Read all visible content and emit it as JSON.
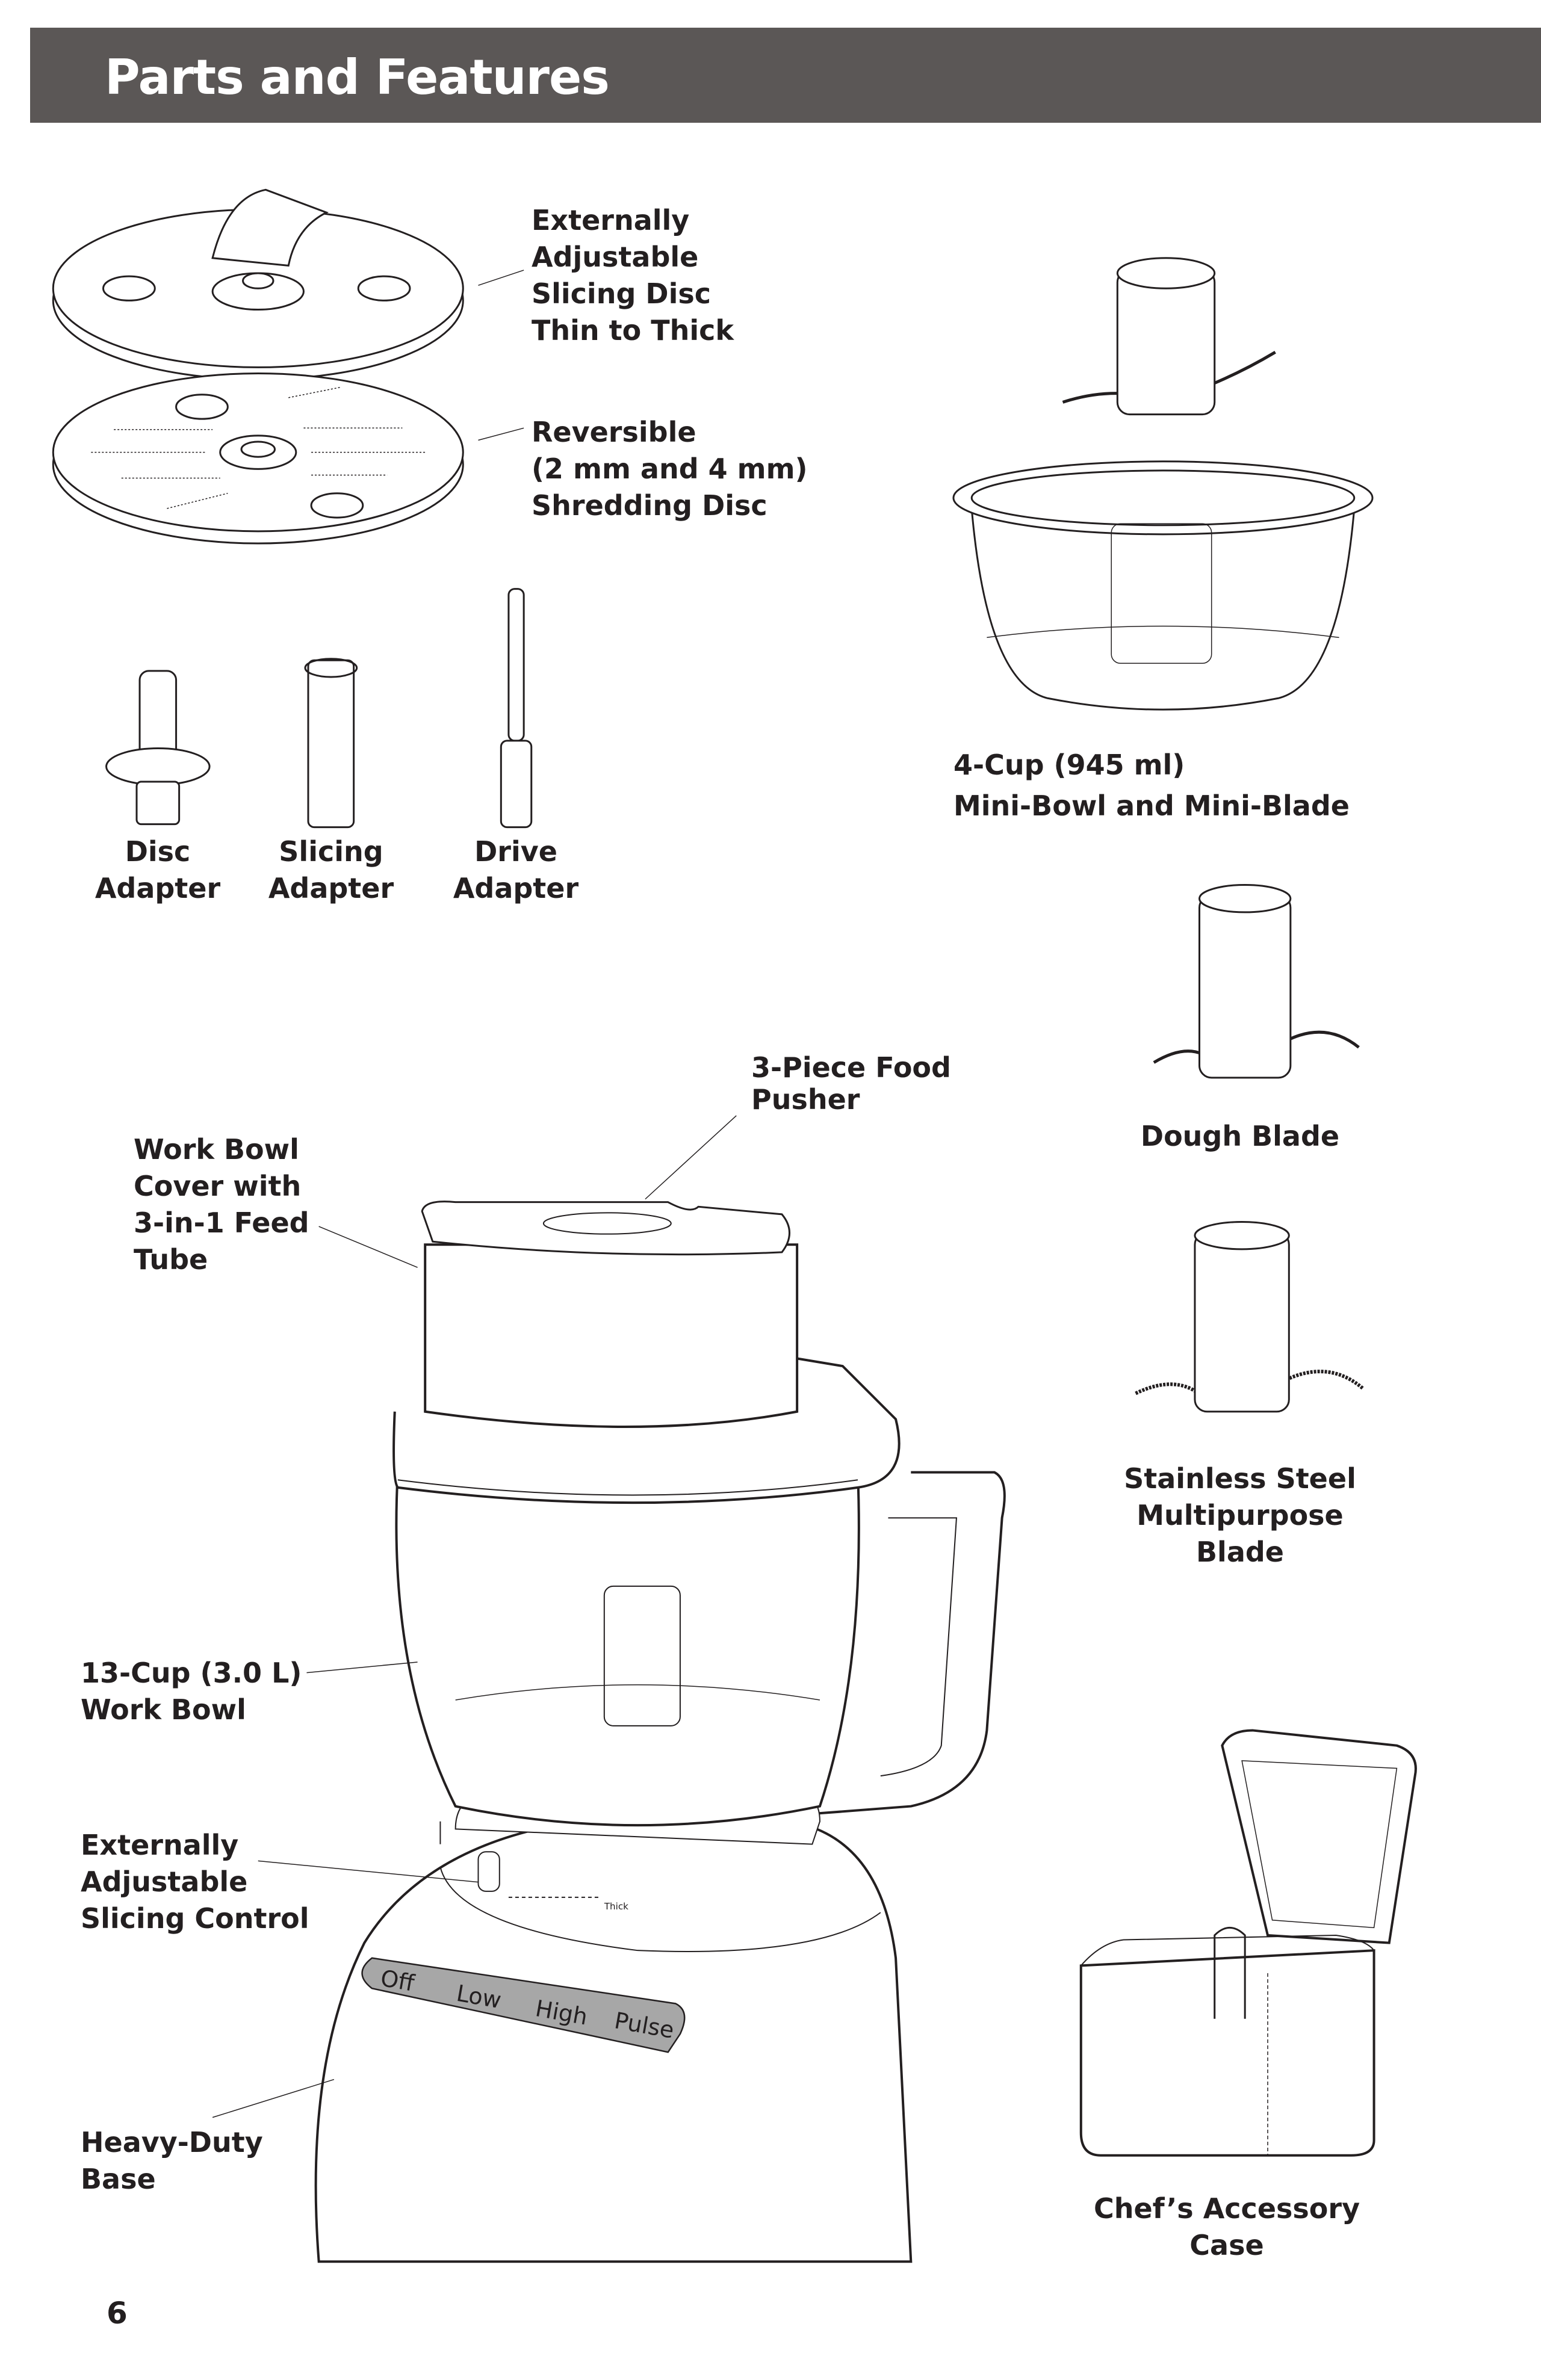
{
  "header": {
    "title": "Parts and Features"
  },
  "parts": {
    "slicing_disc": [
      "Externally",
      "Adjustable",
      "Slicing Disc",
      "Thin to Thick"
    ],
    "shredding_disc": [
      "Reversible",
      "(2 mm and 4 mm)",
      "Shredding Disc"
    ],
    "disc_adapter": [
      "Disc",
      "Adapter"
    ],
    "slicing_adapter": [
      "Slicing",
      "Adapter"
    ],
    "drive_adapter": [
      "Drive",
      "Adapter"
    ],
    "mini_bowl": [
      "4-Cup (945 ml)",
      "Mini-Bowl and Mini-Blade"
    ],
    "dough_blade": [
      "Dough Blade"
    ],
    "multipurpose_blade": [
      "Stainless Steel",
      "Multipurpose",
      "Blade"
    ],
    "food_pusher": [
      "3-Piece Food",
      "Pusher"
    ],
    "work_bowl_cover": [
      "Work Bowl",
      "Cover with",
      "3-in-1 Feed",
      "Tube"
    ],
    "work_bowl": [
      "13-Cup (3.0 L)",
      "Work Bowl"
    ],
    "slicing_control": [
      "Externally",
      "Adjustable",
      "Slicing Control"
    ],
    "base": [
      "Heavy-Duty",
      "Base"
    ],
    "accessory_case": [
      "Chef’s Accessory",
      "Case"
    ]
  },
  "control_panel": {
    "buttons": [
      "Off",
      "Low",
      "High",
      "Pulse"
    ],
    "slicing_scale_label": "Thick"
  },
  "page_number": "6",
  "colors": {
    "header_bg": "#5b5756",
    "panel_gray": "#a7a7a7"
  }
}
